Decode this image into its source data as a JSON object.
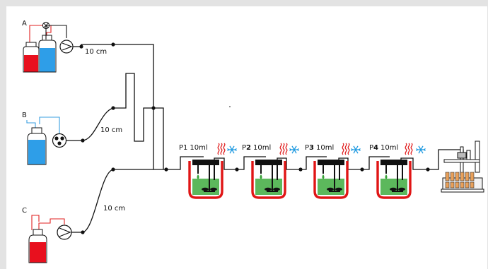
{
  "inlets": [
    {
      "id": "A",
      "label": "A",
      "tube_label": "10 cm"
    },
    {
      "id": "B",
      "label": "B",
      "tube_label": "10 cm"
    },
    {
      "id": "C",
      "label": "C",
      "tube_label": "10 cm"
    }
  ],
  "reactors": [
    {
      "prefix": "P",
      "number": "1",
      "volume": "10ml"
    },
    {
      "prefix": "P",
      "number": "2",
      "volume": "10ml"
    },
    {
      "prefix": "P",
      "number": "3",
      "volume": "10ml"
    },
    {
      "prefix": "P",
      "number": "4",
      "volume": "10ml"
    }
  ],
  "icons": {
    "heat": "heat-wave-icon",
    "cool": "snowflake-icon",
    "pump": "pump-icon",
    "valve": "valve-icon",
    "collector": "fraction-collector-icon"
  },
  "colors": {
    "red_liquid": "#e8101e",
    "blue_liquid": "#2e9ee8",
    "red_line": "#e02020",
    "blue_line": "#3a9fe0",
    "reactor_wall": "#e01515",
    "reaction_mixture": "#5cb85c",
    "drop": "#35a035",
    "heat": "#e02020",
    "cool": "#1f9ae0"
  }
}
